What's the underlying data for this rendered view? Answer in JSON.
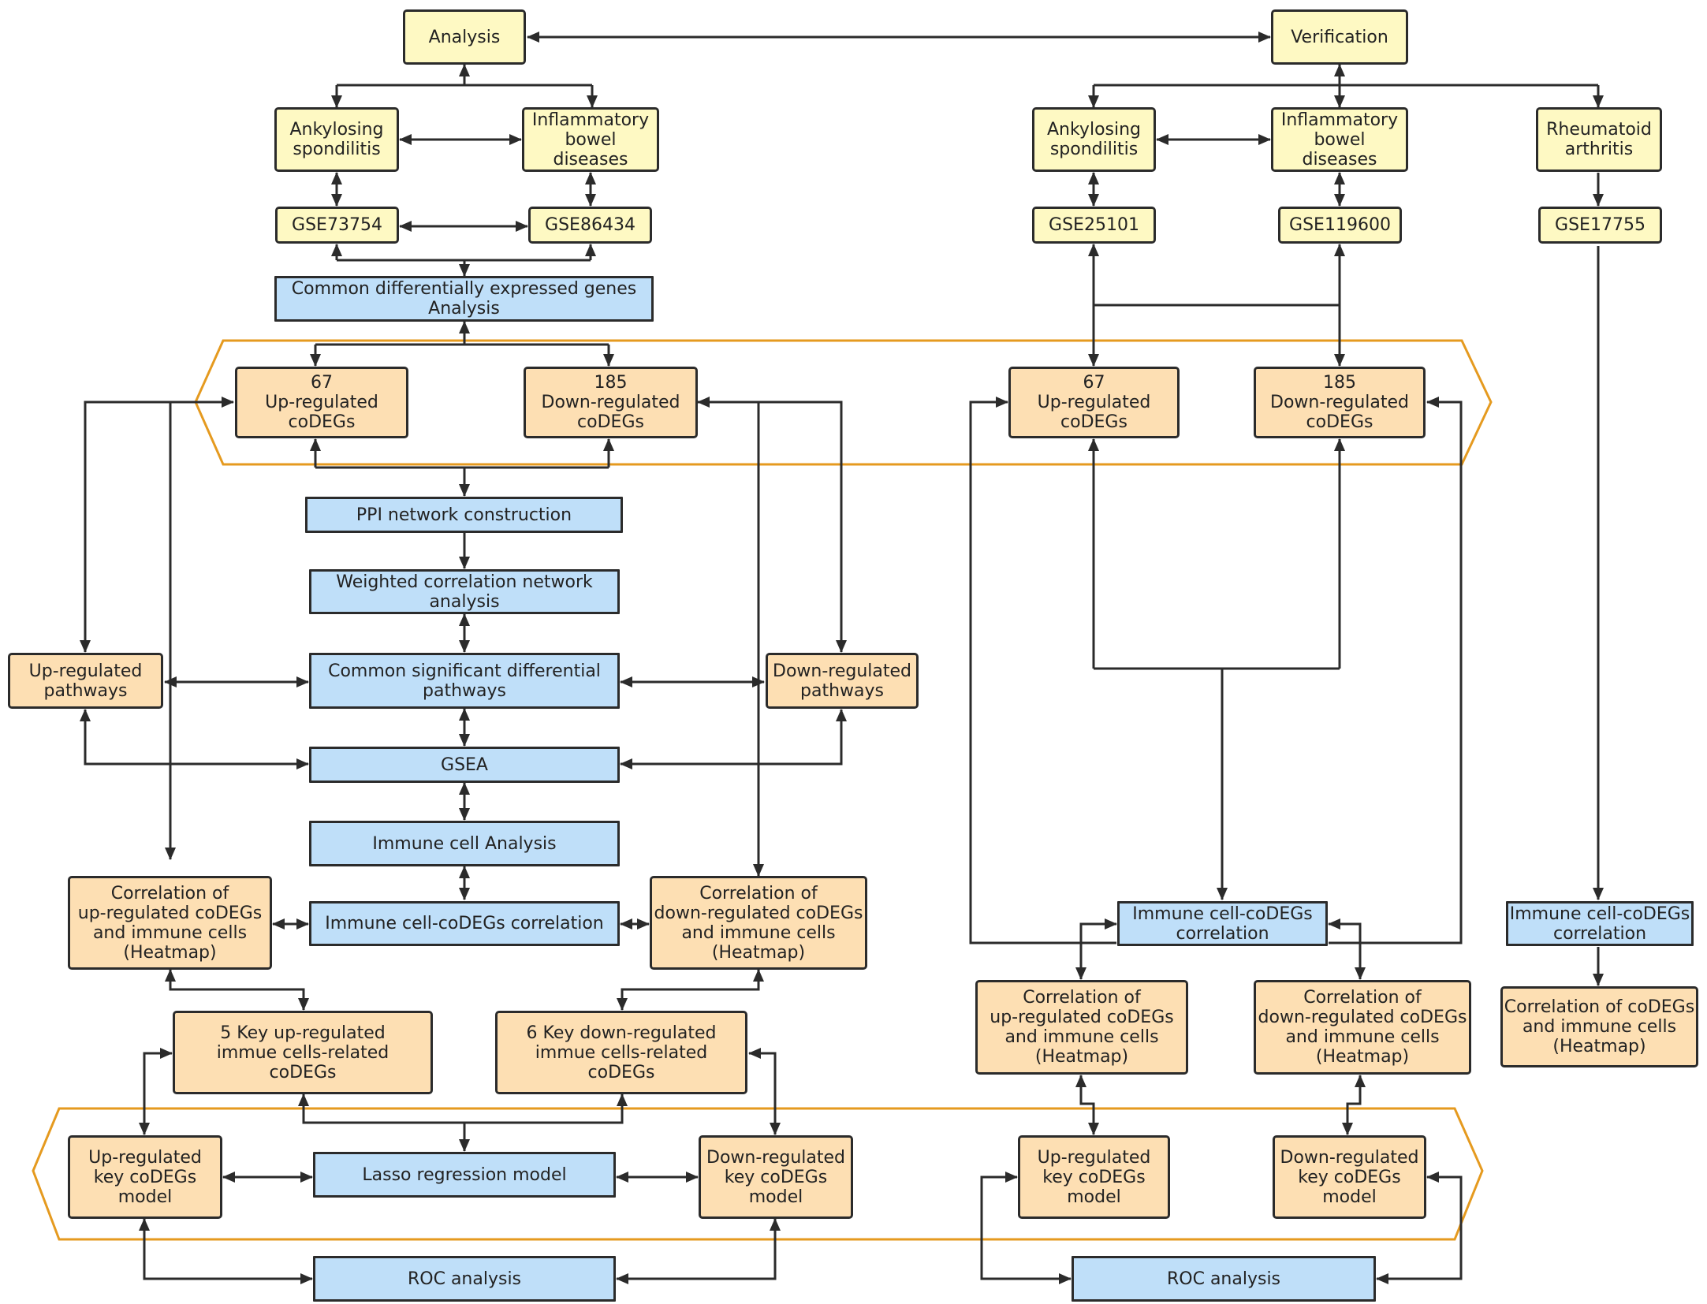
{
  "left": {
    "analysis": "Analysis",
    "as": "Ankylosing\nspondilitis",
    "ibd": "Inflammatory\nbowel\ndiseases",
    "gse_as": "GSE73754",
    "gse_ibd": "GSE86434",
    "common": "Common differentially expressed genes\nAnalysis",
    "up67": "67\nUp-regulated\ncoDEGs",
    "down185": "185\nDown-regulated\ncoDEGs",
    "ppi": "PPI network construction",
    "wgcna": "Weighted correlation network\nanalysis",
    "pathways": "Common significant differential\npathways",
    "up_pathways": "Up-regulated\npathways",
    "down_pathways": "Down-regulated\npathways",
    "gsea": "GSEA",
    "immune": "Immune cell Analysis",
    "immune_corr": "Immune cell-coDEGs correlation",
    "corr_up": "Correlation of\nup-regulated coDEGs\nand immune cells\n(Heatmap)",
    "corr_down": "Correlation of\ndown-regulated coDEGs\nand immune cells\n(Heatmap)",
    "key_up": "5 Key up-regulated\nimmue cells-related\ncoDEGs",
    "key_down": "6 Key down-regulated\nimmue cells-related\ncoDEGs",
    "model_up": "Up-regulated\nkey coDEGs\nmodel",
    "model_down": "Down-regulated\nkey coDEGs\nmodel",
    "lasso": "Lasso regression model",
    "roc": "ROC analysis"
  },
  "right": {
    "verification": "Verification",
    "as": "Ankylosing\nspondilitis",
    "ibd": "Inflammatory\nbowel\ndiseases",
    "ra": "Rheumatoid\narthritis",
    "gse_as": "GSE25101",
    "gse_ibd": "GSE119600",
    "gse_ra": "GSE17755",
    "up67": "67\nUp-regulated\ncoDEGs",
    "down185": "185\nDown-regulated\ncoDEGs",
    "immune_corr": "Immune cell-coDEGs\ncorrelation",
    "ra_immune_corr": "Immune cell-coDEGs\ncorrelation",
    "corr_up": "Correlation of\nup-regulated coDEGs\nand immune cells\n(Heatmap)",
    "corr_down": "Correlation of\ndown-regulated coDEGs\nand immune cells\n(Heatmap)",
    "ra_corr": "Correlation of coDEGs\nand immune cells\n(Heatmap)",
    "model_up": "Up-regulated\nkey coDEGs\nmodel",
    "model_down": "Down-regulated\nkey coDEGs\nmodel",
    "roc": "ROC analysis"
  },
  "colors": {
    "yellow_fill": "#fef9c3",
    "blue_fill": "#bfdff9",
    "orange_fill": "#fddfb3",
    "group_outline": "#e59a1f",
    "line": "#2b2b2b"
  }
}
